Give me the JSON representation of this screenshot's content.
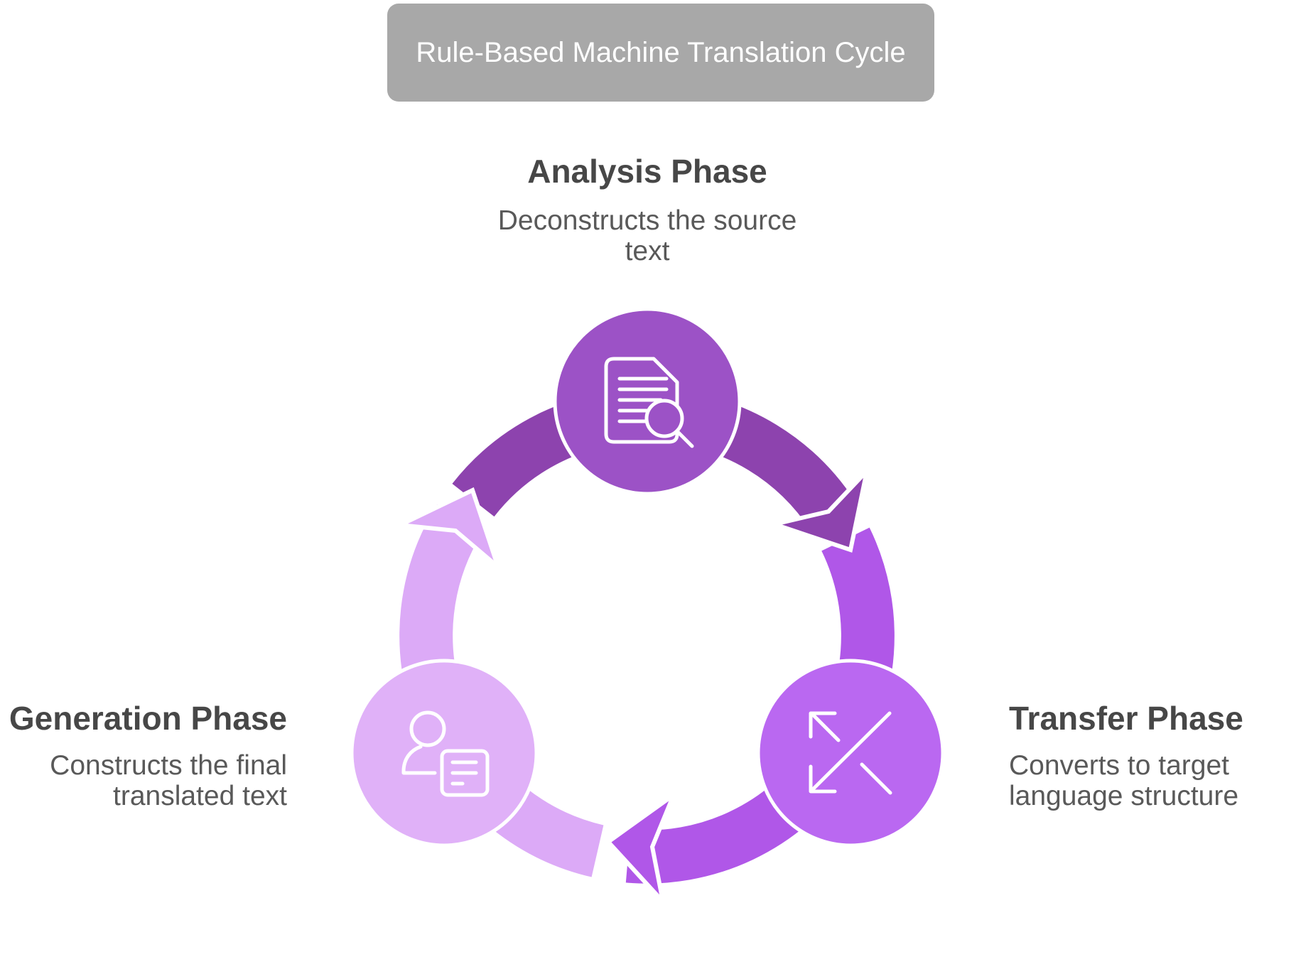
{
  "title": {
    "label": "Rule-Based Machine Translation Cycle",
    "bg_color": "#a8a8a8",
    "text_color": "#ffffff"
  },
  "colors": {
    "background": "#ffffff",
    "heading_text": "#474747",
    "body_text": "#595959",
    "icon_stroke": "#ffffff",
    "separator": "#ffffff"
  },
  "phases": [
    {
      "name": "Analysis Phase",
      "desc_lines": [
        "Deconstructs the source",
        "text"
      ],
      "node_color": "#9c52c6",
      "flow_color": "#8d43ae",
      "icon": "document-search-icon"
    },
    {
      "name": "Transfer Phase",
      "desc_lines": [
        "Converts to target",
        "language structure"
      ],
      "node_color": "#ba68f1",
      "flow_color": "#b057e8",
      "icon": "swap-arrows-icon"
    },
    {
      "name": "Generation Phase",
      "desc_lines": [
        "Constructs the final",
        "translated text"
      ],
      "node_color": "#e0b1f8",
      "flow_color": "#dcaaf7",
      "icon": "person-document-icon"
    }
  ]
}
